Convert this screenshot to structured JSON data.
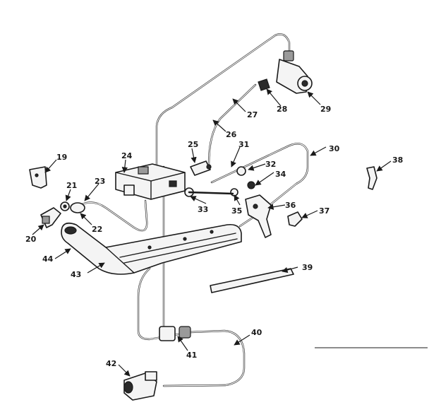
{
  "diagram": {
    "callouts": {
      "c19": "19",
      "c20": "20",
      "c21": "21",
      "c22": "22",
      "c23": "23",
      "c24": "24",
      "c25": "25",
      "c26": "26",
      "c27": "27",
      "c28": "28",
      "c29": "29",
      "c30": "30",
      "c31": "31",
      "c32": "32",
      "c33": "33",
      "c34": "34",
      "c35": "35",
      "c36": "36",
      "c37": "37",
      "c38": "38",
      "c39": "39",
      "c40": "40",
      "c41": "41",
      "c42": "42",
      "c43": "43",
      "c44": "44"
    }
  }
}
